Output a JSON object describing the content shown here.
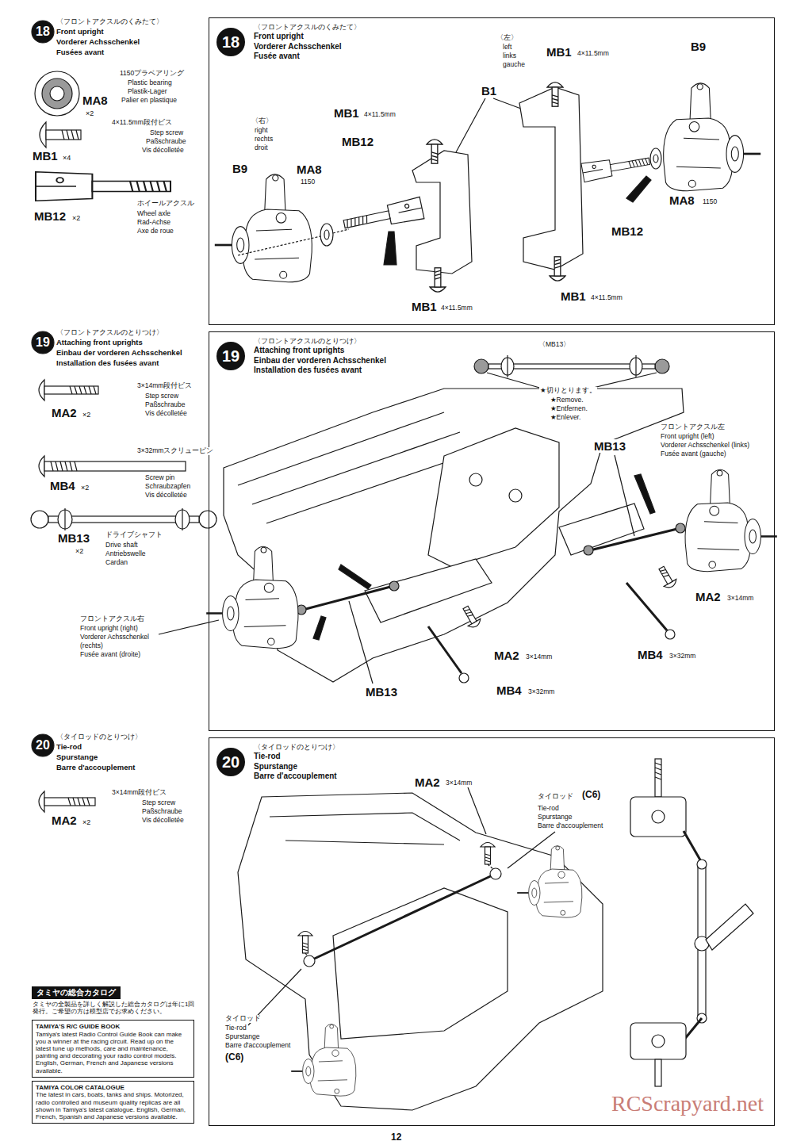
{
  "diagram": {
    "nodes": [
      {
        "text": [
          "18",
          "〈フロントアクスルのくみたて〉",
          "Front upright",
          "Vorderer Achsschenkel",
          "Fusée avant"
        ]
      },
      {
        "text": [
          "19",
          "〈フロントアクスルのとりつけ〉",
          "Attaching front uprights",
          "Einbau der vorderen Achsschenkel",
          "Installation des fusées avant"
        ]
      },
      {
        "text": [
          "20",
          "〈タイロッドのとりつけ〉",
          "Tie-rod",
          "Spurstange",
          "Barre d'accouplement"
        ]
      },
      {
        "text": [
          "タミヤの総合カタログ"
        ]
      },
      {
        "text": [
          "TAMIYA'S R/C GUIDE BOOK",
          "Tamiya's latest Radio Control Guide Book can make you a winner at the racing circuit. Read up on the latest tune up methods, care and maintenance, painting and decorating your radio control models. English, German, French and Japanese versions available."
        ]
      },
      {
        "text": [
          "TAMIYA COLOR CATALOGUE",
          "The latest in cars, boats, tanks and ships. Motorized, radio controlled and museum quality replicas are all shown in Tamiya's latest catalogue. English, German, French, Spanish and Japanese versions available."
        ]
      }
    ],
    "labels": [
      "18",
      "〈フロントアクスルのくみたて〉",
      "Front upright",
      "Vorderer Achsschenkel",
      "Fusées avant",
      "MA8",
      "×2",
      "1150プラベアリング",
      "Plastic bearing",
      "Plastik-Lager",
      "Palier en plastique",
      "4×11.5mm段付ビス",
      "Step screw",
      "Paßschraube",
      "Vis décolletée",
      "MB1",
      "×4",
      "MB12",
      "×2",
      "ホイールアクスル",
      "Wheel axle",
      "Rad-Achse",
      "Axe de roue",
      "〈右〉",
      "right",
      "rechts",
      "droit",
      "B9",
      "MA8",
      "1150",
      "MB1",
      "4×11.5mm",
      "MB12",
      "B1",
      "〈左〉",
      "left",
      "links",
      "gauche",
      "MB1",
      "4×11.5mm",
      "B9",
      "MA8",
      "1150",
      "MB12",
      "MB1",
      "4×11.5mm",
      "MB1",
      "4×11.5mm",
      "19",
      "〈フロントアクスルのとりつけ〉",
      "Attaching front uprights",
      "Einbau der vorderen Achsschenkel",
      "Installation des fusées avant",
      "3×14mm段付ビス",
      "Step screw",
      "Paßschraube",
      "Vis décolletée",
      "MA2",
      "×2",
      "3×32mmスクリューピン",
      "Screw pin",
      "Schraubzapfen",
      "Vis décolletée",
      "MB4",
      "×2",
      "MB13",
      "ドライブシャフト",
      "×2",
      "Drive shaft",
      "Antriebswelle",
      "Cardan",
      "〈MB13〉",
      "★切りとります。",
      "★Remove.",
      "★Entfernen.",
      "★Enlever.",
      "フロントアクスル左",
      "Front upright (left)",
      "Vorderer Achsschenkel (links)",
      "Fusée avant (gauche)",
      "MB13",
      "MA2",
      "3×14mm",
      "MB4",
      "3×32mm",
      "フロントアクスル右",
      "Front upright (right)",
      "Vorderer Achsschenkel",
      "(rechts)",
      "Fusée avant (droite)",
      "MA2",
      "3×14mm",
      "MB13",
      "MB4",
      "3×32mm",
      "20",
      "〈タイロッドのとりつけ〉",
      "Tie-rod",
      "Spurstange",
      "Barre d'accouplement",
      "3×14mm段付ビス",
      "Step screw",
      "Paßschraube",
      "Vis décolletée",
      "MA2",
      "×2",
      "MA2",
      "3×14mm",
      "タイロッド",
      "(C6)",
      "Tie-rod",
      "Spurstange",
      "Barre d'accouplement",
      "タイロッド",
      "Tie-rod",
      "Spurstange",
      "Barre d'accouplement",
      "(C6)",
      "タミヤの全製品を詳しく解説した総合カタログは年に1回発行。ご希望の方は模型店でお求めください。",
      "12",
      "RCScrapyard.net"
    ]
  }
}
